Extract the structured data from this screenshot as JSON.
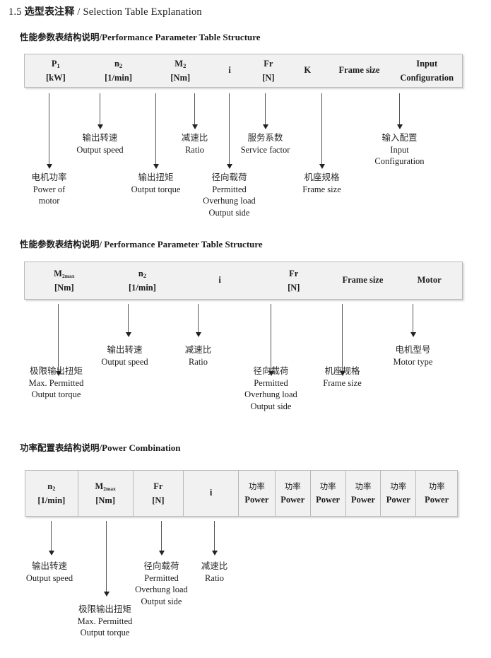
{
  "title": {
    "number": "1.5",
    "cn": "选型表注释",
    "sep": "/",
    "en": "Selection Table Explanation"
  },
  "sections": [
    {
      "heading_cn": "性能参数表结构说明",
      "heading_sep": "/",
      "heading_en": "Performance Parameter Table Structure",
      "columns": [
        {
          "sym": "P",
          "sub": "1",
          "unit": "[kW]"
        },
        {
          "sym": "n",
          "sub": "2",
          "unit": "[1/min]"
        },
        {
          "sym": "M",
          "sub": "2",
          "unit": "[Nm]"
        },
        {
          "sym": "i",
          "sub": "",
          "unit": ""
        },
        {
          "sym": "Fr",
          "sub": "",
          "unit": "[N]"
        },
        {
          "sym": "K",
          "sub": "",
          "unit": ""
        },
        {
          "sym": "Frame size",
          "sub": "",
          "unit": ""
        },
        {
          "sym": "Input",
          "sub": "",
          "unit": "Configuration"
        }
      ],
      "labels": [
        {
          "cn": "电机功率",
          "en1": "Power of",
          "en2": "motor",
          "en3": "",
          "en4": ""
        },
        {
          "cn": "输出转速",
          "en1": "Output speed",
          "en2": "",
          "en3": "",
          "en4": ""
        },
        {
          "cn": "输出扭矩",
          "en1": "Output torque",
          "en2": "",
          "en3": "",
          "en4": ""
        },
        {
          "cn": "减速比",
          "en1": "Ratio",
          "en2": "",
          "en3": "",
          "en4": ""
        },
        {
          "cn": "径向载荷",
          "en1": "Permitted",
          "en2": "Overhung load",
          "en3": "Output side",
          "en4": ""
        },
        {
          "cn": "服务系数",
          "en1": "Service factor",
          "en2": "",
          "en3": "",
          "en4": ""
        },
        {
          "cn": "机座规格",
          "en1": "Frame size",
          "en2": "",
          "en3": "",
          "en4": ""
        },
        {
          "cn": "输入配置",
          "en1": "Input",
          "en2": "Configuration",
          "en3": "",
          "en4": ""
        }
      ]
    },
    {
      "heading_cn": "性能参数表结构说明",
      "heading_sep": "/",
      "heading_en": "Performance Parameter Table Structure",
      "columns": [
        {
          "sym": "M",
          "sub": "2max",
          "unit": "[Nm]"
        },
        {
          "sym": "n",
          "sub": "2",
          "unit": "[1/min]"
        },
        {
          "sym": "i",
          "sub": "",
          "unit": ""
        },
        {
          "sym": "Fr",
          "sub": "",
          "unit": "[N]"
        },
        {
          "sym": "Frame size",
          "sub": "",
          "unit": ""
        },
        {
          "sym": "Motor",
          "sub": "",
          "unit": ""
        }
      ],
      "labels": [
        {
          "cn": "极限输出扭矩",
          "en1": "Max. Permitted",
          "en2": "Output  torque",
          "en3": "",
          "en4": ""
        },
        {
          "cn": "输出转速",
          "en1": "Output speed",
          "en2": "",
          "en3": "",
          "en4": ""
        },
        {
          "cn": "减速比",
          "en1": "Ratio",
          "en2": "",
          "en3": "",
          "en4": ""
        },
        {
          "cn": "径向载荷",
          "en1": "Permitted",
          "en2": "Overhung load",
          "en3": "Output side",
          "en4": ""
        },
        {
          "cn": "机座规格",
          "en1": "Frame size",
          "en2": "",
          "en3": "",
          "en4": ""
        },
        {
          "cn": "电机型号",
          "en1": "Motor type",
          "en2": "",
          "en3": "",
          "en4": ""
        }
      ]
    },
    {
      "heading_cn": "功率配置表结构说明",
      "heading_sep": "/",
      "heading_en": "Power Combination",
      "columns": [
        {
          "sym": "n",
          "sub": "2",
          "unit": "[1/min]"
        },
        {
          "sym": "M",
          "sub": "2max",
          "unit": "[Nm]"
        },
        {
          "sym": "Fr",
          "sub": "",
          "unit": "[N]"
        },
        {
          "sym": "i",
          "sub": "",
          "unit": ""
        },
        {
          "sym": "功率",
          "sub": "",
          "unit": "Power"
        },
        {
          "sym": "功率",
          "sub": "",
          "unit": "Power"
        },
        {
          "sym": "功率",
          "sub": "",
          "unit": "Power"
        },
        {
          "sym": "功率",
          "sub": "",
          "unit": "Power"
        },
        {
          "sym": "功率",
          "sub": "",
          "unit": "Power"
        },
        {
          "sym": "功率",
          "sub": "",
          "unit": "Power"
        }
      ],
      "labels": [
        {
          "cn": "输出转速",
          "en1": "Output speed",
          "en2": "",
          "en3": "",
          "en4": ""
        },
        {
          "cn": "极限输出扭矩",
          "en1": "Max. Permitted",
          "en2": "Output  torque",
          "en3": "",
          "en4": ""
        },
        {
          "cn": "径向载荷",
          "en1": "Permitted",
          "en2": "Overhung load",
          "en3": "Output side",
          "en4": ""
        },
        {
          "cn": "减速比",
          "en1": "Ratio",
          "en2": "",
          "en3": "",
          "en4": ""
        }
      ]
    }
  ]
}
